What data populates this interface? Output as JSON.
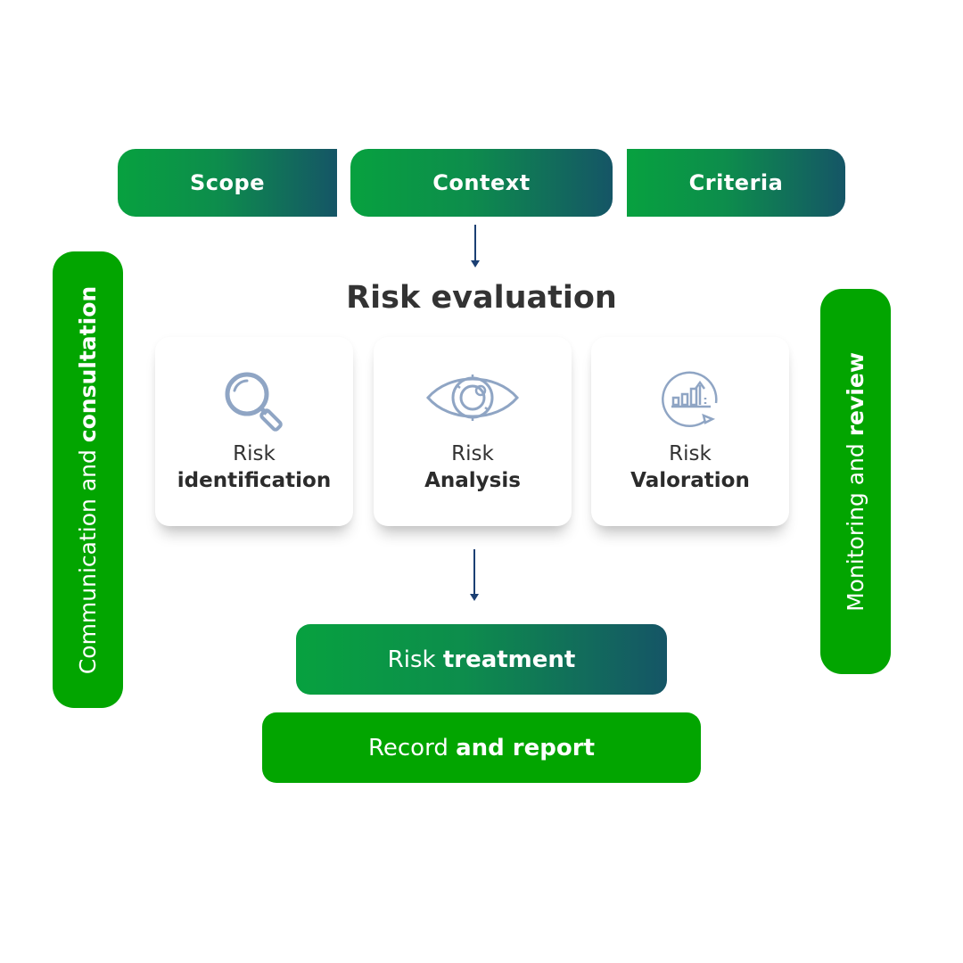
{
  "top": {
    "scope": "Scope",
    "context": "Context",
    "criteria": "Criteria"
  },
  "left_pill": {
    "normal": "Communication and ",
    "bold": "consultation"
  },
  "right_pill": {
    "normal": "Monitoring and ",
    "bold": "review"
  },
  "title": "Risk evaluation",
  "cards": [
    {
      "icon": "magnifier-icon",
      "line1": "Risk",
      "line2": "identification"
    },
    {
      "icon": "eye-icon",
      "line1": "Risk",
      "line2": "Analysis"
    },
    {
      "icon": "chart-cycle-icon",
      "line1": "Risk",
      "line2": "Valoration"
    }
  ],
  "treatment": {
    "normal": "Risk ",
    "bold": "treatment"
  },
  "record": {
    "normal": "Record ",
    "bold": "and report"
  },
  "colors": {
    "gradient_start": "#07a13f",
    "gradient_end": "#155566",
    "green": "#02a500",
    "arrow": "#1b3f73",
    "icon": "#8fa5c4"
  }
}
